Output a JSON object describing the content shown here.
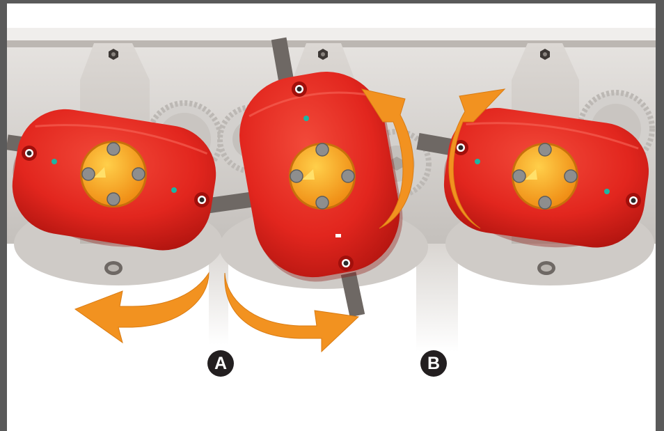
{
  "markers": [
    {
      "id": "marker-a",
      "label": "A"
    },
    {
      "id": "marker-b",
      "label": "B"
    }
  ],
  "colors": {
    "frame_border": "#5a5a5a",
    "background": "#ffffff",
    "rail": "#d2cfcc",
    "bracket": "#cbc7c3",
    "gear": "#c6c3c0",
    "knife": "#6e6864",
    "disc_red": "#e2261e",
    "disc_red_dark": "#b0140f",
    "hub_orange": "#f39a1a",
    "arrow_orange": "#f29220",
    "marker_bg": "#231f20",
    "marker_text": "#ffffff",
    "teal_dot": "#1db5a3"
  },
  "icons": [
    "rotation-arrow-icon",
    "bolt-icon",
    "hex-nut-icon",
    "gear-icon"
  ]
}
